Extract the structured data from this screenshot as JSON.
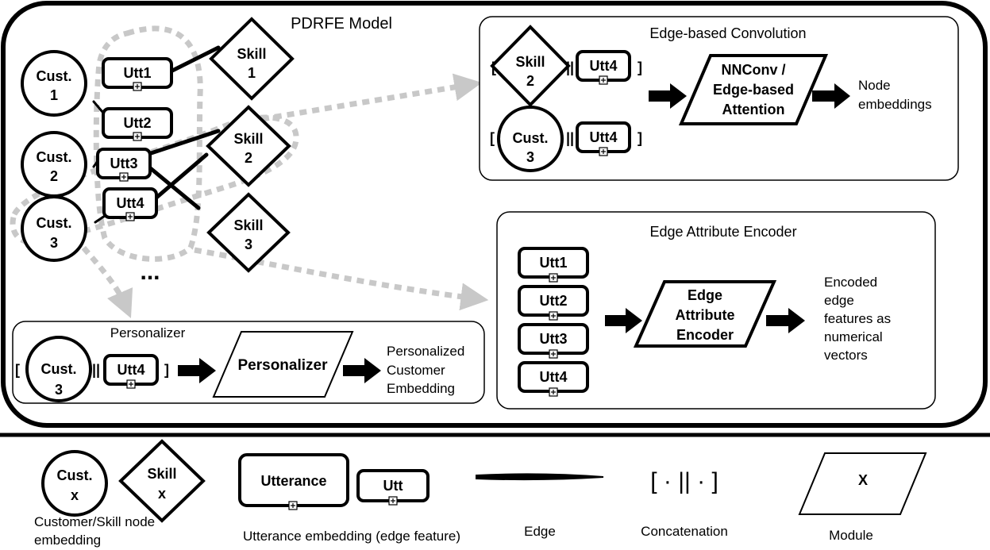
{
  "model": {
    "title": "PDRFE Model",
    "customers": [
      {
        "line1": "Cust.",
        "line2": "1"
      },
      {
        "line1": "Cust.",
        "line2": "2"
      },
      {
        "line1": "Cust.",
        "line2": "3"
      }
    ],
    "utterances": [
      "Utt1",
      "Utt2",
      "Utt3",
      "Utt4"
    ],
    "skills": [
      {
        "line1": "Skill",
        "line2": "1"
      },
      {
        "line1": "Skill",
        "line2": "2"
      },
      {
        "line1": "Skill",
        "line2": "3"
      }
    ],
    "ellipsis": "..."
  },
  "edge_conv": {
    "title": "Edge-based Convolution",
    "skill": {
      "line1": "Skill",
      "line2": "2"
    },
    "cust": {
      "line1": "Cust.",
      "line2": "3"
    },
    "utt": "Utt4",
    "bracket_open": "[",
    "bracket_close": "]",
    "concat_sym": "||",
    "module": {
      "line1": "NNConv /",
      "line2": "Edge-based",
      "line3": "Attention"
    },
    "output": {
      "line1": "Node",
      "line2": "embeddings"
    }
  },
  "edge_attr": {
    "title": "Edge Attribute Encoder",
    "utts": [
      "Utt1",
      "Utt2",
      "Utt3",
      "Utt4"
    ],
    "module": {
      "line1": "Edge",
      "line2": "Attribute",
      "line3": "Encoder"
    },
    "output": {
      "line1": "Encoded",
      "line2": "edge",
      "line3": "features as",
      "line4": "numerical",
      "line5": "vectors"
    }
  },
  "personalizer": {
    "title": "Personalizer",
    "cust": {
      "line1": "Cust.",
      "line2": "3"
    },
    "utt": "Utt4",
    "bracket_open": "[",
    "bracket_close": "]",
    "concat_sym": "||",
    "module": "Personalizer",
    "output": {
      "line1": "Personalized",
      "line2": "Customer",
      "line3": "Embedding"
    }
  },
  "legend": {
    "cust": {
      "line1": "Cust.",
      "line2": "x"
    },
    "skill": {
      "line1": "Skill",
      "line2": "x"
    },
    "node_caption": {
      "line1": "Customer/Skill node",
      "line2": "embedding"
    },
    "utterance_big": "Utterance",
    "utterance_small": "Utt",
    "utterance_caption": "Utterance embedding (edge feature)",
    "edge_caption": "Edge",
    "concat_symbol": "[ · || · ]",
    "concat_caption": "Concatenation",
    "module_symbol": "X",
    "module_caption": "Module"
  }
}
